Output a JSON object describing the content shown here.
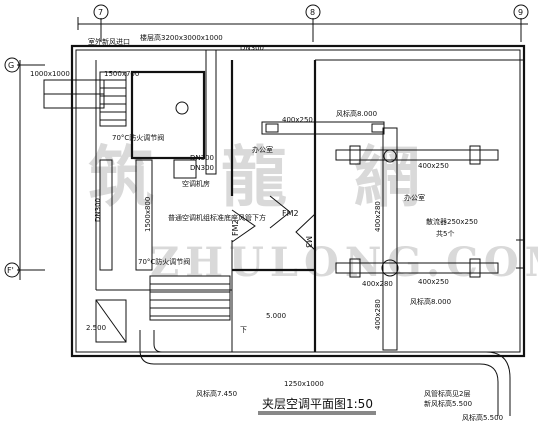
{
  "grid_labels": {
    "g7": "7",
    "g8": "8",
    "g9": "9",
    "gG": "G",
    "gF": "F'"
  },
  "labels": {
    "top_dim": "楼层高3200x3000x1000",
    "dn300": "DN300",
    "dim_1000": "1000x1000",
    "dim_1500": "1500x700",
    "top_left_note": "室外新风进口",
    "note_70a": "70°C防火调节阀",
    "note_70b": "70°C防火调节阀",
    "dn_mid_a": "DN300",
    "dn_mid_b": "DN300",
    "fan_room": "空调机房",
    "note_blue": "普通空调机组标准底座风管下方",
    "dn_vert": "DN300",
    "dim_1500_800": "1500x800",
    "fm2_a": "FM2",
    "fm2_b": "FM2",
    "m3": "M3",
    "office_a": "办公室",
    "office_b": "办公室",
    "elev_8000_a": "风标高8.000",
    "elev_8000_b": "风标高8.000",
    "duct_400_250_a": "400x250",
    "duct_400_250_b": "400x250",
    "duct_400_250_c": "400x250",
    "duct_400_280": "400x280",
    "duct_400_280_b": "400x280",
    "duct_400_280_c": "400x280",
    "diffuser": "散流器250x250",
    "diffuser_count": "共5个",
    "down_label": "下",
    "level_2500": "2.500",
    "level_5000": "5.000",
    "elev_7450": "风标高7.450",
    "bottom_dim": "1250x1000",
    "title": "夹层空调平面图",
    "scale": "1:50",
    "note_bottom_right_a": "风管标高见2层",
    "note_bottom_right_b": "新风标高5.500",
    "elev_5500": "风标高5.500",
    "watermark_cn": "筑 龍 網",
    "watermark_en": "ZHULONG.COM"
  }
}
